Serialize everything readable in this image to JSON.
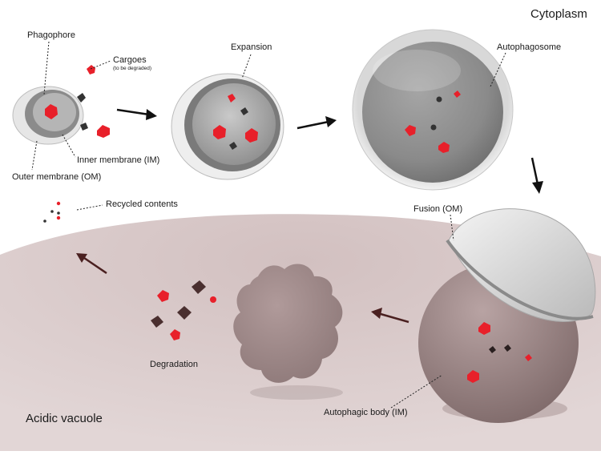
{
  "regions": {
    "cytoplasm": "Cytoplasm",
    "vacuole": "Acidic vacuole"
  },
  "labels": {
    "phagophore": "Phagophore",
    "cargoes": "Cargoes",
    "cargoes_note": "(to be degraded)",
    "inner_membrane": "Inner membrane (IM)",
    "outer_membrane": "Outer membrane (OM)",
    "expansion": "Expansion",
    "autophagosome": "Autophagosome",
    "fusion": "Fusion (OM)",
    "autophagic_body": "Autophagic body (IM)",
    "degradation": "Degradation",
    "recycled": "Recycled contents"
  },
  "colors": {
    "cargo_red": "#e8202a",
    "cargo_dark": "#3a2a2a",
    "vacuole_fill": "#c9b3b3",
    "membrane_gray": "#9a9a9a"
  }
}
